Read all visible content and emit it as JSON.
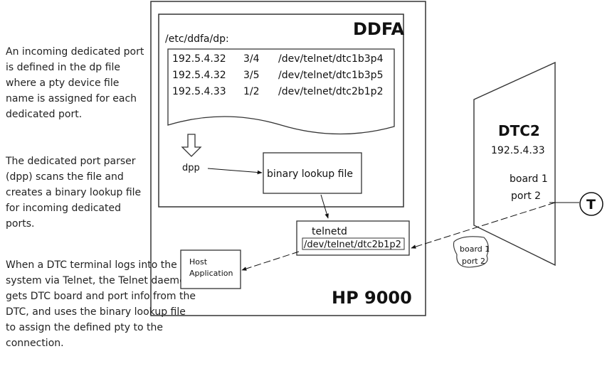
{
  "descriptions": {
    "d1": "An incoming dedicated port is defined in the dp file where a pty device file name is assigned for each dedicated port.",
    "d2": "The dedicated port parser (dpp) scans the file and creates a binary lookup file for incoming dedicated ports.",
    "d3": "When a DTC terminal logs into the system via Telnet, the Telnet daemon gets DTC board and port info from the DTC, and uses the binary lookup file to assign the defined pty to the connection."
  },
  "hp9000": {
    "title": "HP 9000"
  },
  "ddfa": {
    "title": "DDFA",
    "file_path": "/etc/ddfa/dp:",
    "rows": [
      {
        "ip": "192.5.4.32",
        "port": "3/4",
        "device": "/dev/telnet/dtc1b3p4"
      },
      {
        "ip": "192.5.4.32",
        "port": "3/5",
        "device": "/dev/telnet/dtc1b3p5"
      },
      {
        "ip": "192.5.4.33",
        "port": "1/2",
        "device": "/dev/telnet/dtc2b1p2"
      }
    ],
    "dpp_label": "dpp",
    "lookup_label": "binary lookup file"
  },
  "telnetd": {
    "label": "telnetd",
    "device": "/dev/telnet/dtc2b1p2"
  },
  "host_app": {
    "line1": "Host",
    "line2": "Application"
  },
  "dtc2": {
    "title": "DTC2",
    "ip": "192.5.4.33",
    "board": "board 1",
    "port": "port 2"
  },
  "terminal": {
    "label": "T"
  },
  "callout": {
    "line1": "board 1",
    "line2": "port 2"
  }
}
